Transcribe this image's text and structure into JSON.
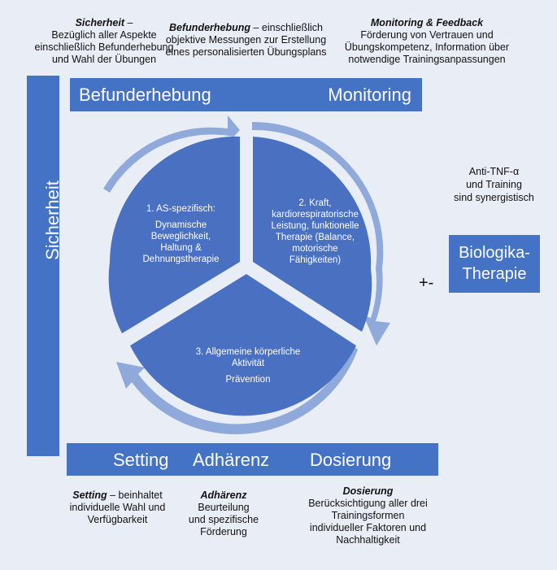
{
  "notes": {
    "safety": {
      "title": "Sicherheit",
      "dash": " –",
      "line1": "Bezüglich aller Aspekte",
      "line2": "einschließlich Befunderhebung",
      "line3": "und Wahl der Übungen"
    },
    "assessment": {
      "title": "Befunderhebung",
      "rest1": " – einschließlich",
      "line2": "objektive Messungen zur Erstellung",
      "line3": "eines personalisierten Übungsplans"
    },
    "monitoring": {
      "title": "Monitoring & Feedback",
      "line1": "Förderung von Vertrauen und",
      "line2": "Übungskompetenz, Information über",
      "line3": "notwendige Trainingsanpassungen"
    },
    "setting": {
      "title": "Setting",
      "rest1": " – beinhaltet",
      "line2": "individuelle Wahl und",
      "line3": "Verfügbarkeit"
    },
    "adherence": {
      "title": "Adhärenz",
      "rest1": " Beurteilung",
      "line2": "und spezifische",
      "line3": "Förderung"
    },
    "dosage": {
      "title": "Dosierung",
      "line1": "Berücksichtigung aller drei",
      "line2": "Trainingsformen",
      "line3": "individueller Faktoren und",
      "line4": "Nachhaltigkeit"
    }
  },
  "bars": {
    "top_left": "Befunderhebung",
    "top_right": "Monitoring",
    "side": "Sicherheit",
    "bottom_1": "Setting",
    "bottom_2": "Adhärenz",
    "bottom_3": "Dosierung"
  },
  "cycle": {
    "seg1": {
      "line1": "1. AS-spezifisch:",
      "line2": "Dynamische",
      "line3": "Beweglichkeit,",
      "line4": "Haltung &",
      "line5": "Dehnungstherapie"
    },
    "seg2": {
      "line1": "2. Kraft,",
      "line2": "kardiorespiratorische",
      "line3": "Leistung, funktionelle",
      "line4": "Therapie (Balance,",
      "line5": "motorische",
      "line6": "Fähigkeiten)"
    },
    "seg3": {
      "line1": "3. Allgemeine körperliche",
      "line2": "Aktivität",
      "line3": "Prävention"
    }
  },
  "right": {
    "note1": "Anti-TNF-α",
    "note2": "und Training",
    "note3": "sind synergistisch",
    "plusminus": "+-",
    "bio1": "Biologika-",
    "bio2": "Therapie"
  },
  "colors": {
    "background": "#e9eef6",
    "box": "#4472c4",
    "segment": "#4a70c2",
    "arrow": "#8fa9da"
  }
}
